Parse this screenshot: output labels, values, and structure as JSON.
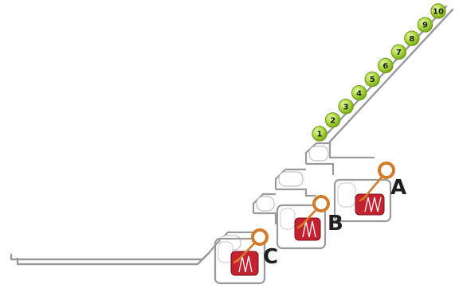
{
  "diagram": {
    "balls": [
      "1",
      "2",
      "3",
      "4",
      "5",
      "6",
      "7",
      "8",
      "9",
      "10"
    ],
    "modules": [
      {
        "id": "A",
        "label": "A"
      },
      {
        "id": "B",
        "label": "B"
      },
      {
        "id": "C",
        "label": "C"
      }
    ],
    "colors": {
      "ball": "#a8d53a",
      "track": "#9a9a9a",
      "piston": "#c42131",
      "lever": "#d47b2b",
      "label": "#1f1f1f"
    }
  }
}
